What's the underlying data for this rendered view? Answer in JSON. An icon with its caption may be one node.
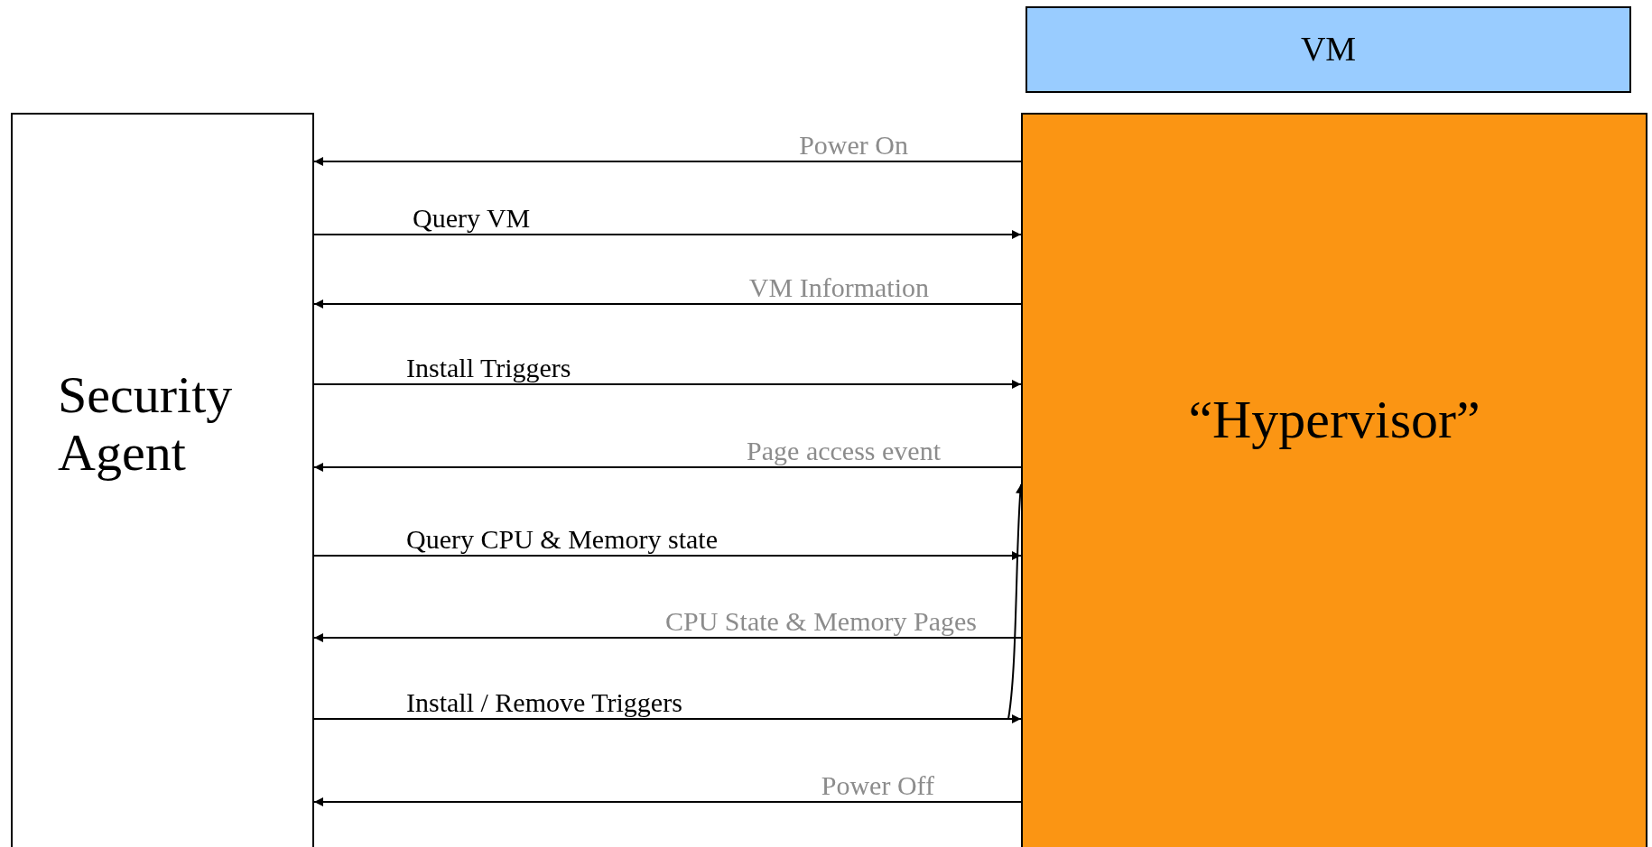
{
  "diagram": {
    "nodes": [
      {
        "text": [
          "VM"
        ]
      },
      {
        "text": [
          "Security Agent"
        ]
      },
      {
        "text": [
          "“Hypervisor”"
        ]
      }
    ],
    "edges": [
      {
        "from": 2,
        "to": 1,
        "arrow": "to",
        "label": "Power On"
      },
      {
        "from": 1,
        "to": 2,
        "arrow": "to",
        "label": "Query VM"
      },
      {
        "from": 2,
        "to": 1,
        "arrow": "to",
        "label": "VM Information"
      },
      {
        "from": 1,
        "to": 2,
        "arrow": "to",
        "label": "Install Triggers"
      },
      {
        "from": 2,
        "to": 1,
        "arrow": "to",
        "label": "Page access event"
      },
      {
        "from": 1,
        "to": 2,
        "arrow": "to",
        "label": "Query CPU & Memory state"
      },
      {
        "from": 2,
        "to": 1,
        "arrow": "to",
        "label": "CPU State & Memory Pages"
      },
      {
        "from": 1,
        "to": 2,
        "arrow": "to",
        "label": "Install / Remove Triggers"
      },
      {
        "from": 2,
        "to": 1,
        "arrow": "to",
        "label": "Power Off"
      },
      {
        "from": null,
        "to": 2,
        "arrow": "to"
      }
    ]
  }
}
